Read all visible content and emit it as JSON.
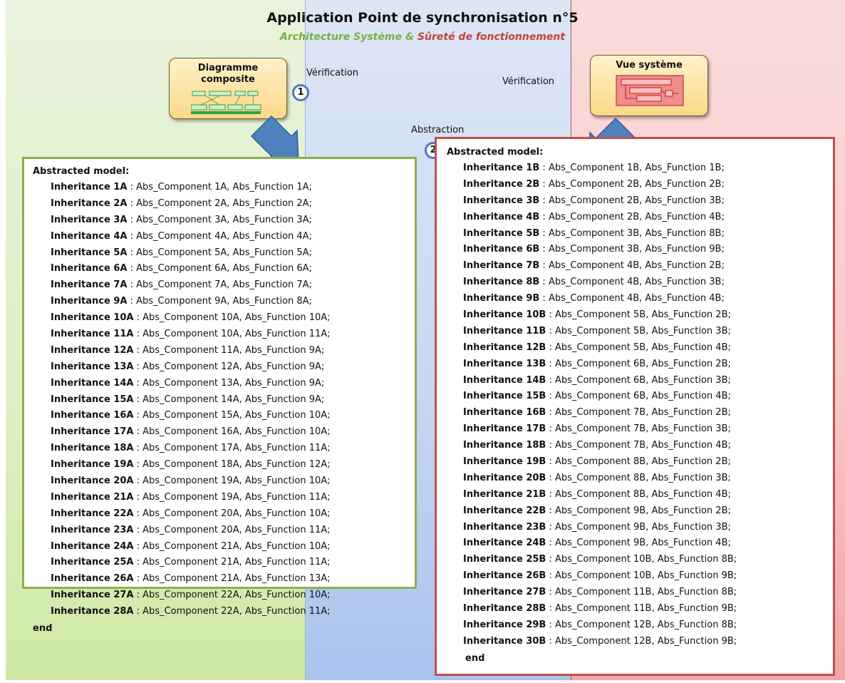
{
  "title": "Application Point de synchronisation n°5",
  "subtitle": {
    "left": "Architecture Système &",
    "right": "Sûreté de fonctionnement"
  },
  "nodes": {
    "composite": {
      "line1": "Diagramme",
      "line2": "composite"
    },
    "system": {
      "label": "Vue système"
    }
  },
  "steps": [
    "1",
    "2"
  ],
  "edge_labels": {
    "verification_left": "Vérification",
    "verification_right": "Vérification",
    "abstraction": "Abstraction"
  },
  "colors": {
    "left_column": "#dff0c9",
    "middle_column": "#c9d8f2",
    "right_column": "#f8c9c9",
    "panel_a_border": "#89b04c",
    "panel_b_border": "#c0504d",
    "arrow": "#4f81bd",
    "step_circle": "#4a78c8"
  },
  "panel_a": {
    "header": "Abstracted model:",
    "footer": "end",
    "rows": [
      {
        "name": "Inheritance 1A",
        "value": "Abs_Component 1A, Abs_Function 1A;"
      },
      {
        "name": "Inheritance 2A",
        "value": "Abs_Component 2A, Abs_Function 2A;"
      },
      {
        "name": "Inheritance 3A",
        "value": "Abs_Component 3A, Abs_Function 3A;"
      },
      {
        "name": "Inheritance 4A",
        "value": "Abs_Component 4A, Abs_Function 4A;"
      },
      {
        "name": "Inheritance 5A",
        "value": "Abs_Component 5A, Abs_Function 5A;"
      },
      {
        "name": "Inheritance 6A",
        "value": "Abs_Component 6A, Abs_Function 6A;"
      },
      {
        "name": "Inheritance 7A",
        "value": "Abs_Component 7A, Abs_Function 7A;"
      },
      {
        "name": "Inheritance 9A",
        "value": "Abs_Component 9A, Abs_Function 8A;"
      },
      {
        "name": "Inheritance 10A",
        "value": "Abs_Component 10A, Abs_Function 10A;"
      },
      {
        "name": "Inheritance 11A",
        "value": "Abs_Component 10A, Abs_Function 11A;"
      },
      {
        "name": "Inheritance 12A",
        "value": "Abs_Component 11A, Abs_Function 9A;"
      },
      {
        "name": "Inheritance 13A",
        "value": "Abs_Component 12A, Abs_Function 9A;"
      },
      {
        "name": "Inheritance 14A",
        "value": "Abs_Component 13A, Abs_Function 9A;"
      },
      {
        "name": "Inheritance 15A",
        "value": "Abs_Component 14A, Abs_Function 9A;"
      },
      {
        "name": "Inheritance 16A",
        "value": "Abs_Component 15A, Abs_Function 10A;"
      },
      {
        "name": "Inheritance 17A",
        "value": "Abs_Component 16A, Abs_Function 10A;"
      },
      {
        "name": "Inheritance 18A",
        "value": "Abs_Component 17A, Abs_Function 11A;"
      },
      {
        "name": "Inheritance 19A",
        "value": "Abs_Component 18A, Abs_Function 12A;"
      },
      {
        "name": "Inheritance 20A",
        "value": "Abs_Component 19A, Abs_Function 10A;"
      },
      {
        "name": "Inheritance 21A",
        "value": "Abs_Component 19A, Abs_Function 11A;"
      },
      {
        "name": "Inheritance 22A",
        "value": "Abs_Component 20A, Abs_Function 10A;"
      },
      {
        "name": "Inheritance 23A",
        "value": "Abs_Component 20A, Abs_Function 11A;"
      },
      {
        "name": "Inheritance 24A",
        "value": "Abs_Component 21A, Abs_Function 10A;"
      },
      {
        "name": "Inheritance 25A",
        "value": "Abs_Component 21A, Abs_Function 11A;"
      },
      {
        "name": "Inheritance 26A",
        "value": "Abs_Component 21A, Abs_Function 13A;"
      },
      {
        "name": "Inheritance 27A",
        "value": "Abs_Component 22A, Abs_Function 10A;"
      },
      {
        "name": "Inheritance 28A",
        "value": "Abs_Component 22A, Abs_Function 11A;"
      }
    ]
  },
  "panel_b": {
    "header": "Abstracted model:",
    "footer": "end",
    "rows": [
      {
        "name": "Inheritance 1B",
        "value": "Abs_Component 1B, Abs_Function 1B;"
      },
      {
        "name": "Inheritance 2B",
        "value": "Abs_Component 2B, Abs_Function 2B;"
      },
      {
        "name": "Inheritance 3B",
        "value": "Abs_Component 2B, Abs_Function 3B;"
      },
      {
        "name": "Inheritance 4B",
        "value": "Abs_Component 2B, Abs_Function 4B;"
      },
      {
        "name": "Inheritance 5B",
        "value": "Abs_Component 3B, Abs_Function 8B;"
      },
      {
        "name": "Inheritance 6B",
        "value": "Abs_Component 3B, Abs_Function 9B;"
      },
      {
        "name": "Inheritance 7B",
        "value": "Abs_Component 4B, Abs_Function 2B;"
      },
      {
        "name": "Inheritance 8B",
        "value": "Abs_Component 4B, Abs_Function 3B;"
      },
      {
        "name": "Inheritance 9B",
        "value": "Abs_Component 4B, Abs_Function 4B;"
      },
      {
        "name": "Inheritance 10B",
        "value": "Abs_Component 5B, Abs_Function 2B;"
      },
      {
        "name": "Inheritance 11B",
        "value": "Abs_Component 5B, Abs_Function 3B;"
      },
      {
        "name": "Inheritance 12B",
        "value": "Abs_Component 5B, Abs_Function 4B;"
      },
      {
        "name": "Inheritance 13B",
        "value": "Abs_Component 6B, Abs_Function 2B;"
      },
      {
        "name": "Inheritance 14B",
        "value": "Abs_Component 6B, Abs_Function 3B;"
      },
      {
        "name": "Inheritance 15B",
        "value": "Abs_Component 6B, Abs_Function 4B;"
      },
      {
        "name": "Inheritance 16B",
        "value": "Abs_Component 7B, Abs_Function 2B;"
      },
      {
        "name": "Inheritance 17B",
        "value": "Abs_Component 7B, Abs_Function 3B;"
      },
      {
        "name": "Inheritance 18B",
        "value": "Abs_Component 7B, Abs_Function 4B;"
      },
      {
        "name": "Inheritance 19B",
        "value": "Abs_Component 8B, Abs_Function 2B;"
      },
      {
        "name": "Inheritance 20B",
        "value": "Abs_Component 8B, Abs_Function 3B;"
      },
      {
        "name": "Inheritance 21B",
        "value": "Abs_Component 8B, Abs_Function 4B;"
      },
      {
        "name": "Inheritance 22B",
        "value": "Abs_Component 9B, Abs_Function 2B;"
      },
      {
        "name": "Inheritance 23B",
        "value": "Abs_Component 9B, Abs_Function 3B;"
      },
      {
        "name": "Inheritance 24B",
        "value": "Abs_Component 9B, Abs_Function 4B;"
      },
      {
        "name": "Inheritance 25B",
        "value": "Abs_Component 10B, Abs_Function 8B;"
      },
      {
        "name": "Inheritance 26B",
        "value": "Abs_Component 10B, Abs_Function 9B;"
      },
      {
        "name": "Inheritance 27B",
        "value": "Abs_Component 11B, Abs_Function 8B;"
      },
      {
        "name": "Inheritance 28B",
        "value": "Abs_Component 11B, Abs_Function 9B;"
      },
      {
        "name": "Inheritance 29B",
        "value": "Abs_Component 12B, Abs_Function 8B;"
      },
      {
        "name": "Inheritance 30B",
        "value": "Abs_Component 12B, Abs_Function 9B;"
      }
    ]
  }
}
